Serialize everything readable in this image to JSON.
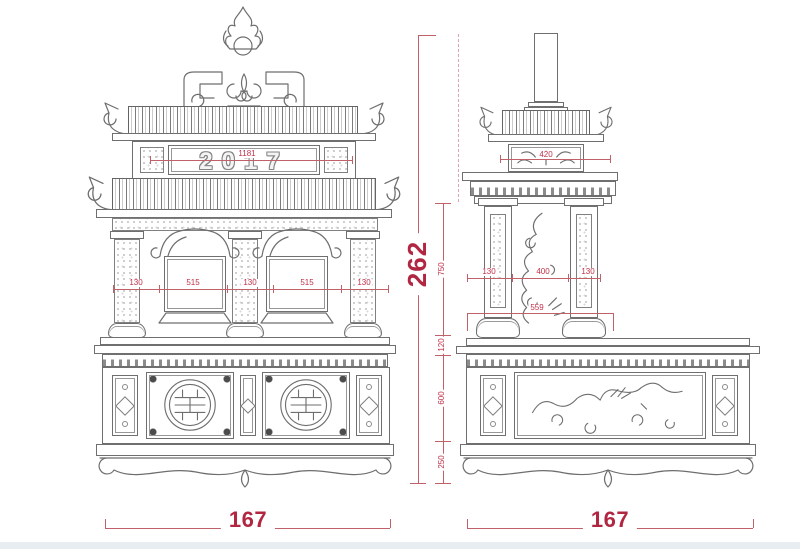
{
  "colors": {
    "dimension_line": "#c06068",
    "dimension_text": "#c03048",
    "dimension_text_bold": "#b12742",
    "drawing_line": "#6f6f6f",
    "footer_strip": "#e8edf2"
  },
  "front_view": {
    "year_text": "2017",
    "dims": {
      "frieze_width": "1181",
      "bay_row": [
        "130",
        "515",
        "130",
        "515",
        "130"
      ],
      "overall_width": "167"
    }
  },
  "side_view": {
    "dims": {
      "frieze_width": "420",
      "pillar_row": [
        "130",
        "400",
        "130"
      ],
      "pillar_span": "559",
      "overall_width": "167"
    }
  },
  "height_dims": {
    "overall_height": "262",
    "segments": [
      "750",
      "120",
      "600",
      "250"
    ]
  },
  "icons": {
    "flame_finial": "flame with sun disk",
    "crest_scroll": "angular volute scrolls",
    "eave_curl": "upturned eave spiral",
    "shou_medallion": "circular longevity medallion",
    "diamond_motif": "diamond lozenge",
    "dragon_relief": "dragon and clouds carving",
    "floral_relief": "floral spray carving",
    "scroll_feet": "scrolled apron feet"
  }
}
